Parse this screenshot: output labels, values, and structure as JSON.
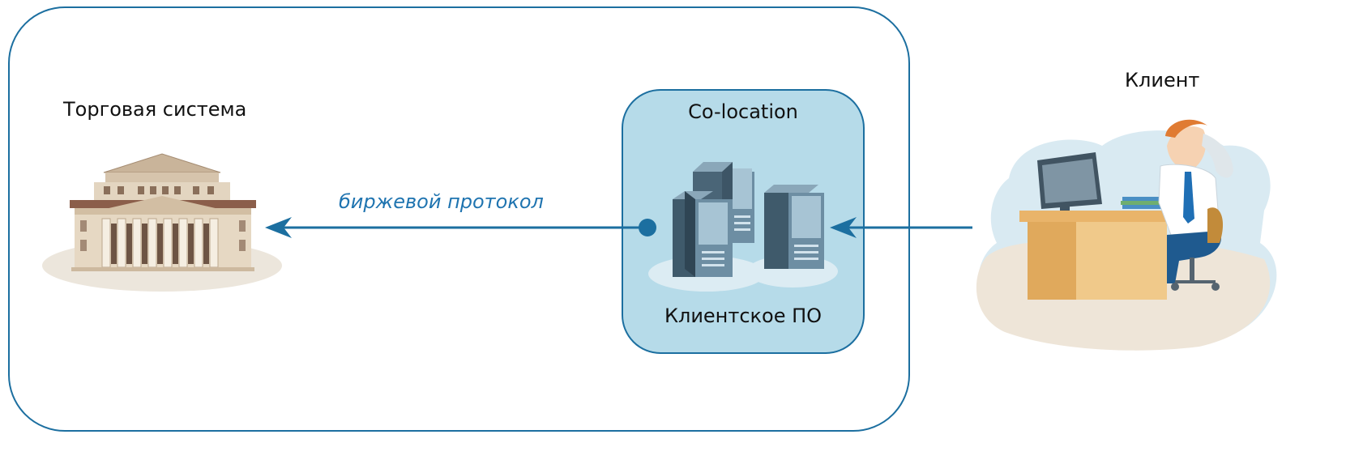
{
  "labels": {
    "trading_system": "Торговая система",
    "client": "Клиент",
    "colocation": "Co-location",
    "client_software": "Клиентское ПО",
    "exchange_protocol": "биржевой протокол"
  },
  "colors": {
    "border": "#1c6fa0",
    "arrow": "#1c6fa0",
    "colocation_fill": "#b6dbe9",
    "protocol_text": "#1f74b0"
  },
  "icons": [
    "exchange-building-icon",
    "server-rack-icon",
    "client-at-desk-icon"
  ]
}
